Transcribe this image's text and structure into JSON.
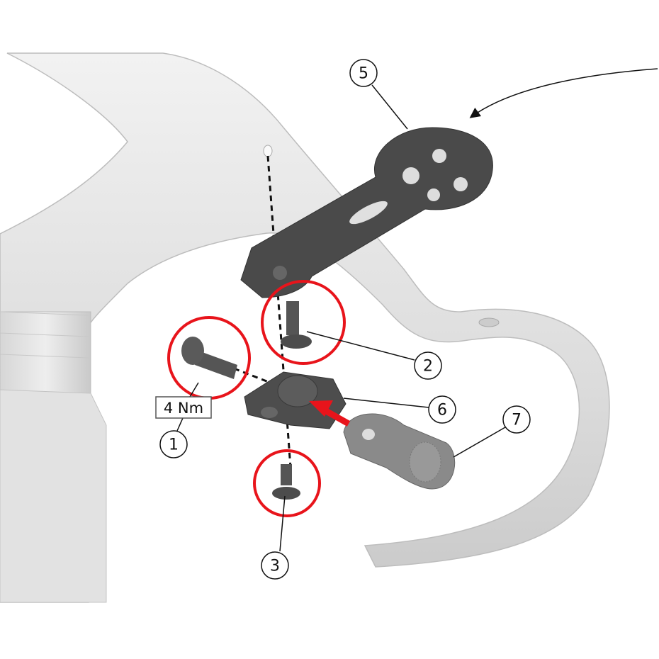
{
  "diagram": {
    "torque_label": "4 Nm",
    "callouts": [
      {
        "id": "1",
        "text": "1",
        "part": "button-head-bolt"
      },
      {
        "id": "2",
        "text": "2",
        "part": "countersunk-bolt-upper"
      },
      {
        "id": "3",
        "text": "3",
        "part": "countersunk-bolt-lower"
      },
      {
        "id": "5",
        "text": "5",
        "part": "computer-mount-arm"
      },
      {
        "id": "6",
        "text": "6",
        "part": "mount-clamp-block"
      },
      {
        "id": "7",
        "text": "7",
        "part": "adapter-insert"
      }
    ],
    "colors": {
      "highlight": "#e8141b",
      "part": "#4a4a4a",
      "bar": "#e6e6e6",
      "line": "#111111"
    }
  }
}
